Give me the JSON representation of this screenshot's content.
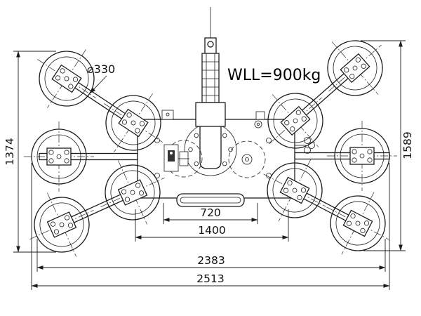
{
  "labels": {
    "wll": "WLL=900kg",
    "cup_diameter": "⌀330"
  },
  "dims": {
    "left_height": "1374",
    "right_height": "1589",
    "inner_width": "720",
    "frame_width": "1400",
    "pad_span": "2383",
    "total_width": "2513"
  }
}
